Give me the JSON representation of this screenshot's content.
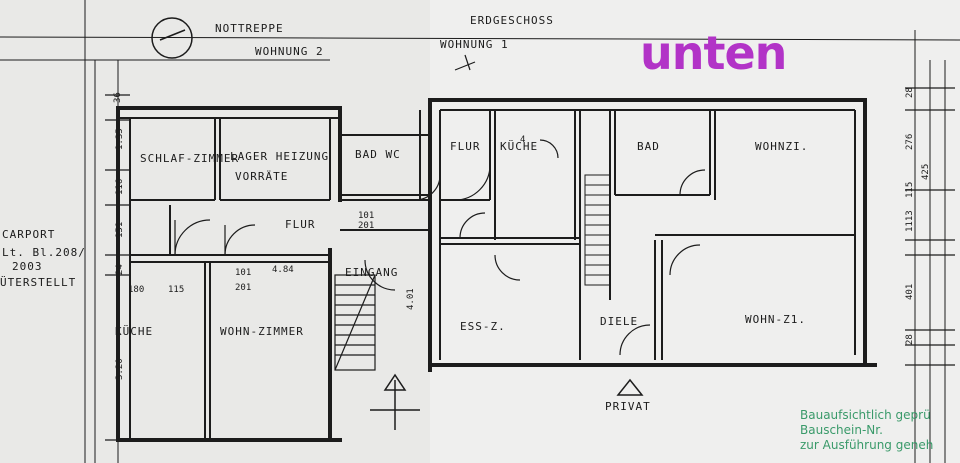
{
  "title": "ERDGESCHOSS",
  "notrepppe": "NOTTREPPE",
  "apt2": "WOHNUNG 2",
  "apt1": "WOHNUNG 1",
  "overlay": "unten",
  "rooms": {
    "schlaf": "SCHLAF-ZIMMER",
    "lager": "LAGER HEIZUNG",
    "vorrate": "VORRÄTE",
    "bad_wc": "BAD WC",
    "flur_left": "FLUR",
    "flur_top": "FLUR",
    "kuche_top": "KÜCHE",
    "bad_right": "BAD",
    "wohnzi": "WOHNZI.",
    "eingang": "EINGANG",
    "kuche_left": "KÜCHE",
    "wohnzimmer": "WOHN-ZIMMER",
    "ess": "ESS-Z.",
    "diele": "DIELE",
    "wohnzi2": "WOHN-Z1.",
    "privat": "PRIVAT"
  },
  "carport": [
    "CARPORT",
    "Lt. Bl.208/",
    "2003",
    "ÜTERSTELLT"
  ],
  "dims": {
    "d36": "36",
    "d135": "1.35",
    "d116": "116",
    "d151": "151",
    "d24": "24",
    "d180": "180",
    "d115": "115",
    "d101a": "101",
    "d201a": "201",
    "d484": "4.84",
    "d101b": "101",
    "d201b": "201",
    "d401": "4.01",
    "d320": "3.20",
    "r28": "28",
    "r276": "276",
    "r425": "425",
    "r115": "115",
    "r1113": "1113",
    "r401": "401",
    "r28b": "28",
    "r4": "4"
  },
  "stamp": [
    "Bauaufsichtlich geprü",
    "Bauschein-Nr.",
    "zur Ausführung geneh"
  ],
  "colors": {
    "ink": "#1c1c1c",
    "paper": "#efefee",
    "overlay": "#b233c7",
    "stamp": "#3a9a6a"
  }
}
